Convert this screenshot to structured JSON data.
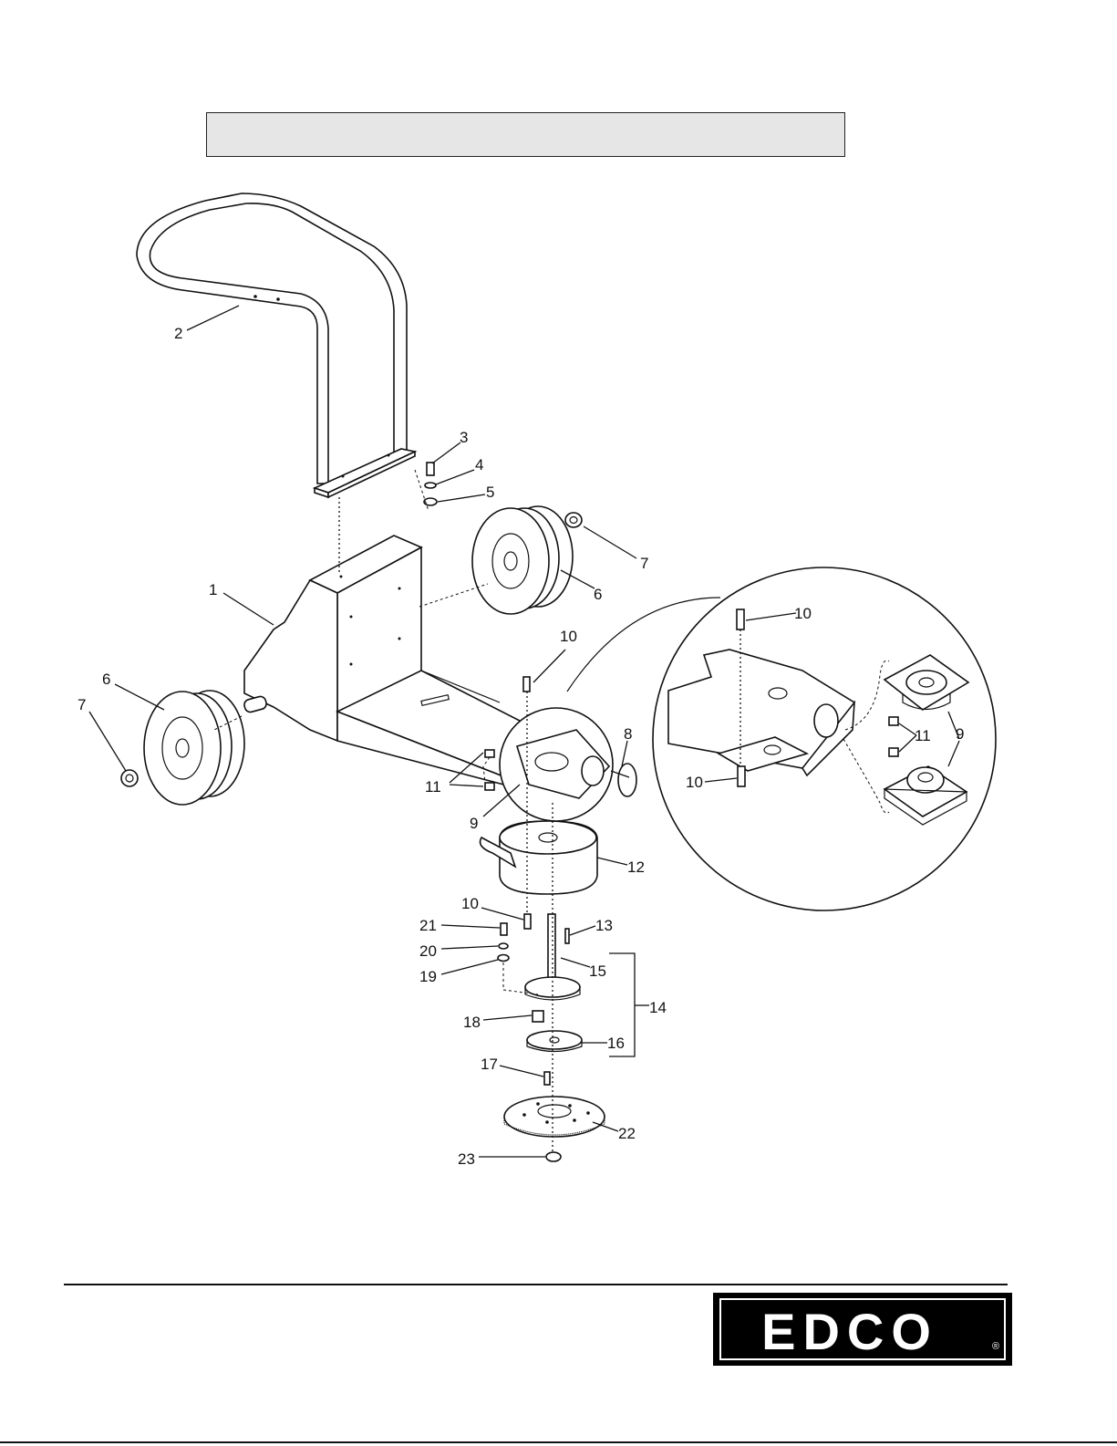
{
  "callouts": [
    {
      "id": "c1",
      "text": "1"
    },
    {
      "id": "c2",
      "text": "2"
    },
    {
      "id": "c3",
      "text": "3"
    },
    {
      "id": "c4",
      "text": "4"
    },
    {
      "id": "c5",
      "text": "5"
    },
    {
      "id": "c6a",
      "text": "6"
    },
    {
      "id": "c6b",
      "text": "6"
    },
    {
      "id": "c7a",
      "text": "7"
    },
    {
      "id": "c7b",
      "text": "7"
    },
    {
      "id": "c8",
      "text": "8"
    },
    {
      "id": "c9a",
      "text": "9"
    },
    {
      "id": "c9b",
      "text": "9"
    },
    {
      "id": "c10a",
      "text": "10"
    },
    {
      "id": "c10b",
      "text": "10"
    },
    {
      "id": "c10c",
      "text": "10"
    },
    {
      "id": "c10d",
      "text": "10"
    },
    {
      "id": "c11a",
      "text": "11"
    },
    {
      "id": "c11b",
      "text": "11"
    },
    {
      "id": "c12",
      "text": "12"
    },
    {
      "id": "c13",
      "text": "13"
    },
    {
      "id": "c14",
      "text": "14"
    },
    {
      "id": "c15",
      "text": "15"
    },
    {
      "id": "c16",
      "text": "16"
    },
    {
      "id": "c17",
      "text": "17"
    },
    {
      "id": "c18",
      "text": "18"
    },
    {
      "id": "c19",
      "text": "19"
    },
    {
      "id": "c20",
      "text": "20"
    },
    {
      "id": "c21",
      "text": "21"
    },
    {
      "id": "c22",
      "text": "22"
    },
    {
      "id": "c23",
      "text": "23"
    }
  ],
  "logo": {
    "text": "EDCO",
    "mark": "®"
  }
}
